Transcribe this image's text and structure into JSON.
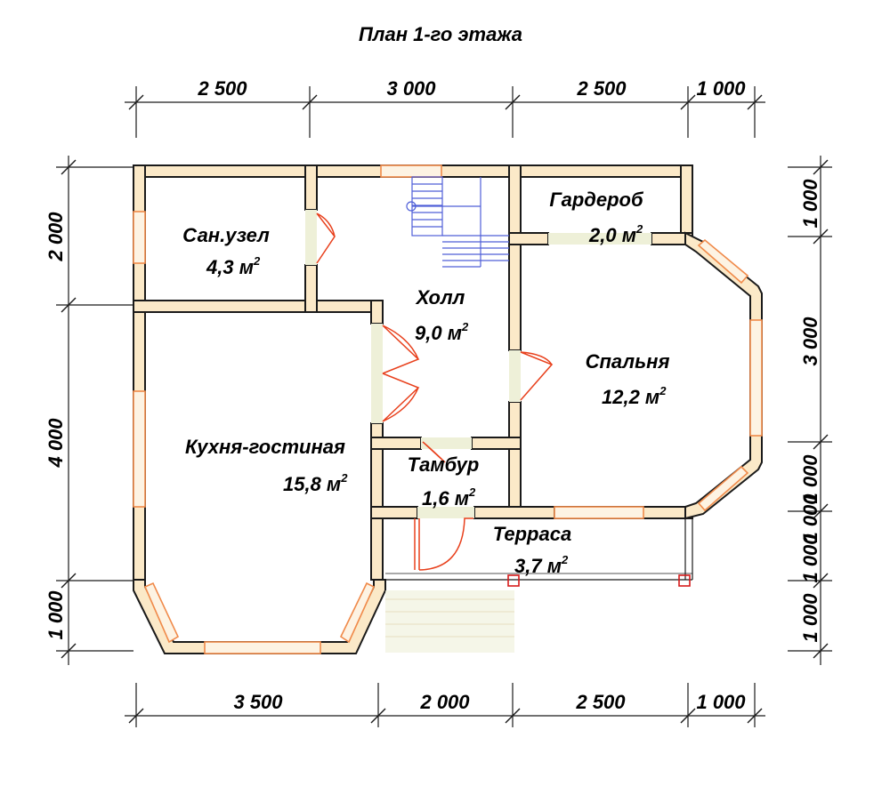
{
  "title": "План 1-го этажа",
  "rooms": [
    {
      "name": "Сан.узел",
      "area": "4,3 м"
    },
    {
      "name": "Холл",
      "area": "9,0 м"
    },
    {
      "name": "Гардероб",
      "area": "2,0 м"
    },
    {
      "name": "Спальня",
      "area": "12,2 м"
    },
    {
      "name": "Кухня-гостиная",
      "area": "15,8 м"
    },
    {
      "name": "Тамбур",
      "area": "1,6 м"
    },
    {
      "name": "Терраса",
      "area": "3,7 м"
    }
  ],
  "area_unit_sup": "2",
  "dimensions": {
    "top": [
      "2 500",
      "3 000",
      "2 500",
      "1 000"
    ],
    "bottom": [
      "3 500",
      "2 000",
      "2 500",
      "1 000"
    ],
    "left": [
      "2 000",
      "4 000",
      "1 000"
    ],
    "right": [
      "1 000",
      "3 000",
      "1 000",
      "1 000",
      "1 000",
      "1 000"
    ]
  },
  "colors": {
    "wall": "#fbe9c8",
    "window": "#f08a4a",
    "door": "#e8401c",
    "stairs": "#4f5fd8"
  }
}
